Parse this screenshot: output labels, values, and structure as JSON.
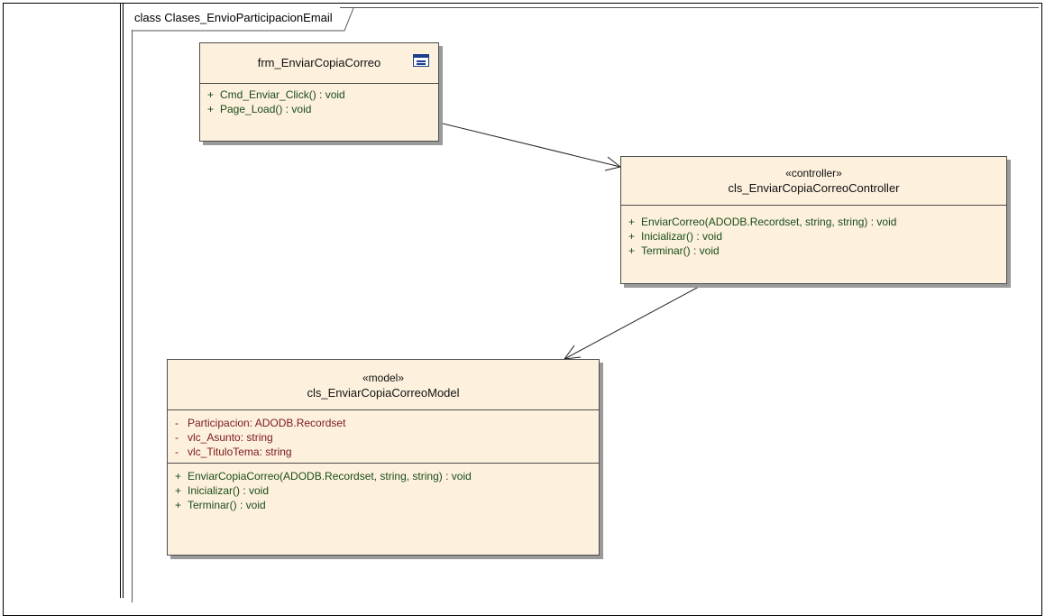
{
  "frame": {
    "label": "class Clases_EnvioParticipacionEmail"
  },
  "classes": [
    {
      "name": "frm_EnviarCopiaCorreo",
      "stereotype": "",
      "icon": "form-icon",
      "attributes": [],
      "operations": [
        {
          "vis": "+",
          "text": "Cmd_Enviar_Click() : void"
        },
        {
          "vis": "+",
          "text": "Page_Load() : void"
        }
      ]
    },
    {
      "name": "cls_EnviarCopiaCorreoController",
      "stereotype": "«controller»",
      "attributes": [],
      "operations": [
        {
          "vis": "+",
          "text": "EnviarCorreo(ADODB.Recordset, string, string) : void"
        },
        {
          "vis": "+",
          "text": "Inicializar() : void"
        },
        {
          "vis": "+",
          "text": "Terminar() : void"
        }
      ]
    },
    {
      "name": "cls_EnviarCopiaCorreoModel",
      "stereotype": "«model»",
      "attributes": [
        {
          "vis": "-",
          "text": "Participacion:  ADODB.Recordset"
        },
        {
          "vis": "-",
          "text": "vlc_Asunto:  string"
        },
        {
          "vis": "-",
          "text": "vlc_TituloTema:  string"
        }
      ],
      "operations": [
        {
          "vis": "+",
          "text": "EnviarCopiaCorreo(ADODB.Recordset, string, string) : void"
        },
        {
          "vis": "+",
          "text": "Inicializar() : void"
        },
        {
          "vis": "+",
          "text": "Terminar() : void"
        }
      ]
    }
  ],
  "associations": [
    {
      "from": "frm_EnviarCopiaCorreo",
      "to": "cls_EnviarCopiaCorreoController",
      "navigable": true
    },
    {
      "from": "cls_EnviarCopiaCorreoController",
      "to": "cls_EnviarCopiaCorreoModel",
      "navigable": true
    }
  ]
}
